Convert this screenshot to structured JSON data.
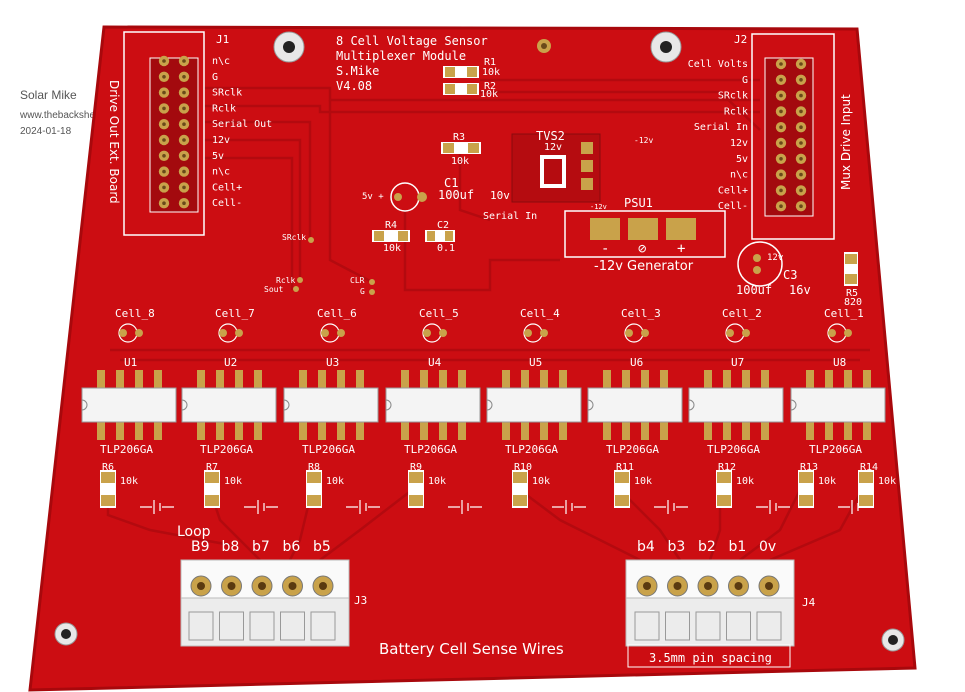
{
  "watermark": {
    "author": "Solar Mike",
    "site": "www.thebackshed.com",
    "date": "2024-01-18"
  },
  "colors": {
    "board": "#cc0d12",
    "board_edge": "#a8080c",
    "trace": "#b30a0f",
    "pad": "#c9a24a",
    "silk": "#ffffff",
    "component_body": "#f4f4f4"
  },
  "board": {
    "title_lines": [
      "8 Cell Voltage Sensor",
      "Multiplexer Module",
      "S.Mike",
      "V4.08"
    ],
    "bottom_title": "Battery Cell Sense Wires",
    "pin_spacing_note": "3.5mm pin spacing",
    "serial_in": "Serial In",
    "j1": {
      "designator": "J1",
      "side_label": "Drive Out Ext. Board",
      "pins": [
        "n\\c",
        "G",
        "SRclk",
        "Rclk",
        "Serial Out",
        "12v",
        "5v",
        "n\\c",
        "Cell+",
        "Cell-"
      ]
    },
    "j2": {
      "designator": "J2",
      "side_label": "Mux Drive Input",
      "pins": [
        "Cell Volts",
        "G",
        "SRclk",
        "Rclk",
        "Serial In",
        "12v",
        "5v",
        "n\\c",
        "Cell+",
        "Cell-"
      ]
    },
    "r1": {
      "ref": "R1",
      "value": "10k"
    },
    "r2": {
      "ref": "R2",
      "value": "10k"
    },
    "r3": {
      "ref": "R3",
      "value": "10k"
    },
    "r4": {
      "ref": "R4",
      "value": "10k"
    },
    "c1": {
      "ref": "C1",
      "value": "100uf",
      "volts": "10v",
      "plus": "5v +"
    },
    "c2": {
      "ref": "C2",
      "value": "0.1"
    },
    "c3": {
      "ref": "C3",
      "value": "100uf",
      "volts": "16v",
      "rail": "12v"
    },
    "r5": {
      "ref": "R5",
      "value": "820"
    },
    "tvs2": {
      "ref": "TVS2",
      "rail": "12v",
      "neg": "-12v"
    },
    "psu1": {
      "ref": "PSU1",
      "label": "-12v Generator",
      "neg": "-12v",
      "minus": "-",
      "ground": "⊘",
      "plus": "+"
    },
    "test_points": [
      "SRclk",
      "Rclk",
      "Sout",
      "CLR",
      "G"
    ],
    "cells": [
      "Cell_8",
      "Cell_7",
      "Cell_6",
      "Cell_5",
      "Cell_4",
      "Cell_3",
      "Cell_2",
      "Cell_1"
    ],
    "u_refs": [
      "U1",
      "U2",
      "U3",
      "U4",
      "U5",
      "U6",
      "U7",
      "U8"
    ],
    "u_part": "TLP206GA",
    "res_refs": [
      "R6",
      "R7",
      "R8",
      "R9",
      "R10",
      "R11",
      "R12",
      "R13",
      "R14"
    ],
    "res_value": "10k",
    "j3": {
      "designator": "J3",
      "header": "Loop",
      "pins": [
        "B9",
        "b8",
        "b7",
        "b6",
        "b5"
      ]
    },
    "j4": {
      "designator": "J4",
      "pins": [
        "b4",
        "b3",
        "b2",
        "b1",
        "0v"
      ]
    }
  }
}
